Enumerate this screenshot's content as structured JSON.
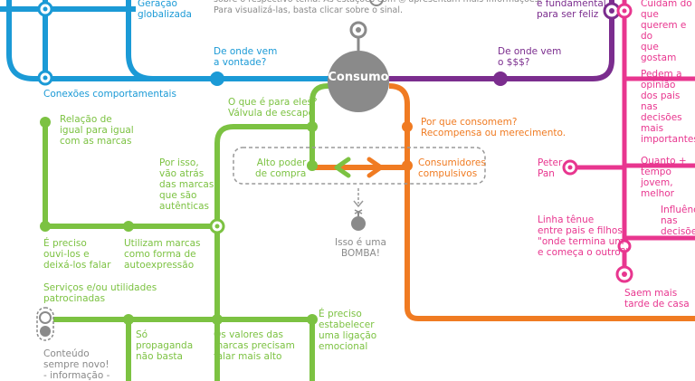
{
  "hub": {
    "label": "Consumo"
  },
  "colors": {
    "blue": "#1b9ad6",
    "purple": "#7b2d8e",
    "pink": "#e8368f",
    "green": "#7cc242",
    "orange": "#f07b22",
    "gray": "#8a8a8a"
  },
  "labels": {
    "top_note": "sobre o respectivo tema. As estações com ◎ apresentam mais informações.\nPara visualizá-las, basta clicar sobre o sinal.",
    "geracao": "Geração\nglobalizada",
    "conexoes": "Conexões comportamentais",
    "de_onde_vontade": "De onde vem\na vontade?",
    "de_onde_dinheiro": "De onde vem\no $$$?",
    "fundamental": "é fundamental\npara ser feliz",
    "cuidam": "Cuidam do que\nquerem e do\nque gostam",
    "pedem": "Pedem a opinião\ndos pais nas\ndecisões mais\nimportantes",
    "quanto": "Quanto + tempo\njovem, melhor",
    "influencia": "Influência nas\ndecisões",
    "peter_pan": "Peter\nPan",
    "linha_tenue": "Linha tênue\nentre pais e filhos:\n\"onde termina um\ne começa o outro?\"",
    "saem": "Saem mais\ntarde de casa",
    "relacao": "Relação de\nigual para igual\ncom as marcas",
    "por_isso": "Por isso,\nvão atrás\ndas marcas\nque são\nautênticas",
    "o_que_e": "O que é para eles?\nVálvula de escape",
    "por_que": "Por que consomem?\nRecompensa ou merecimento.",
    "alto_poder": "Alto poder\nde compra",
    "compulsivos": "Consumidores\ncompulsivos",
    "bomba": "Isso é uma\nBOMBA!",
    "e_preciso_ouvi": "É preciso\nouvi-los e\ndeixá-los falar",
    "utilizam": "Utilizam marcas\ncomo forma de\nautoexpressão",
    "servicos": "Serviços e/ou utilidades\npatrocinadas",
    "conteudo": "Conteúdo\nsempre novo!\n- informação -",
    "so_propaganda": "Só\npropaganda\nnão basta",
    "valores": "Os valores das\nmarcas precisam\nfalar mais alto",
    "ligacao": "É preciso\nestabelecer\numa ligação\nemocional"
  }
}
